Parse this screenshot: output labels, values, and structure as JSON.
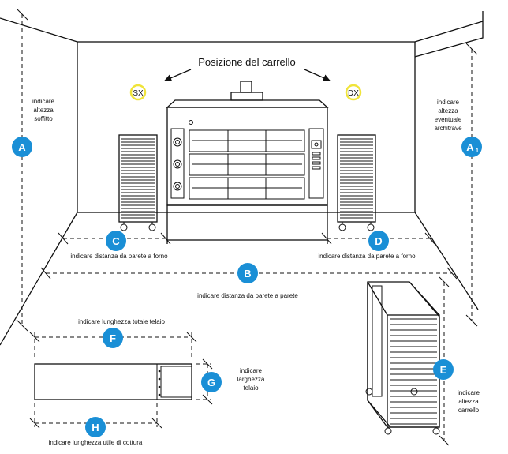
{
  "title": "Posizione del carrello",
  "positions": {
    "left": "SX",
    "right": "DX"
  },
  "badges": {
    "A": "A",
    "A1_main": "A",
    "A1_sub": "1",
    "B": "B",
    "C": "C",
    "D": "D",
    "E": "E",
    "F": "F",
    "G": "G",
    "H": "H"
  },
  "labels": {
    "A": [
      "indicare",
      "altezza",
      "soffitto"
    ],
    "A1": [
      "indicare",
      "altezza",
      "eventuale",
      "architrave"
    ],
    "B": "indicare distanza da parete a parete",
    "C": "indicare distanza da parete a forno",
    "D": "indicare distanza da parete a forno",
    "E": [
      "indicare",
      "altezza",
      "carrello"
    ],
    "F": "indicare lunghezza totale telaio",
    "G": [
      "indicare",
      "larghezza",
      "telaio"
    ],
    "H": "indicare lunghezza utile di cottura"
  },
  "colors": {
    "badge": "#1a8fd6",
    "position_ring": "#f0e43a",
    "line": "#111111"
  }
}
